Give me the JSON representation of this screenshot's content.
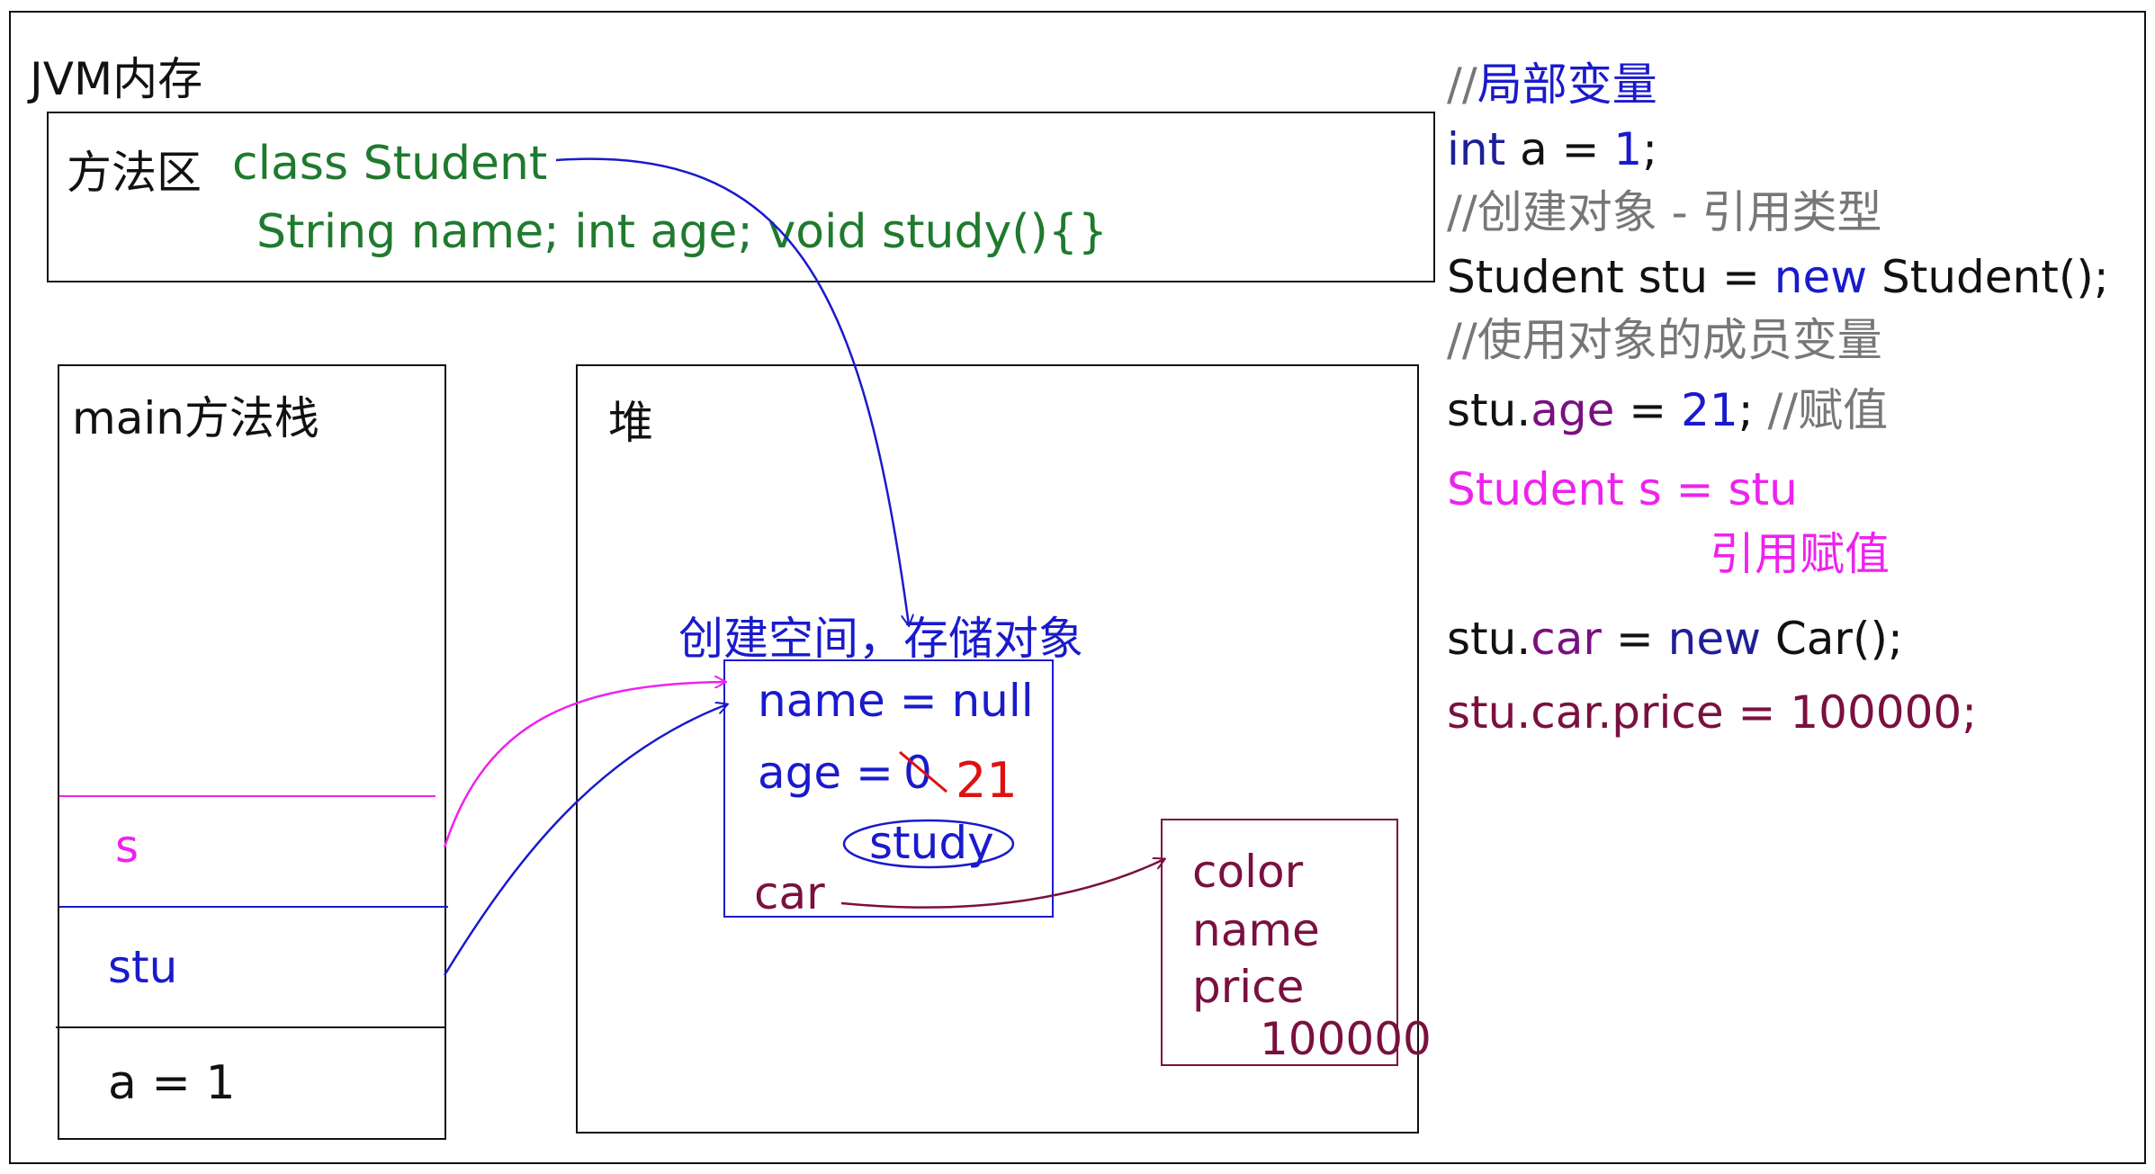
{
  "colors": {
    "black": "#111111",
    "green": "#1f7a2e",
    "blue": "#1a1acc",
    "navy": "#1f1f99",
    "magenta": "#ee22ee",
    "maroon": "#7a1040",
    "red": "#dd1111",
    "gray": "#777777"
  },
  "jvm": {
    "title": "JVM内存",
    "method_area": {
      "label": "方法区",
      "class_decl": "class Student",
      "members": "String name; int age;  void study(){}"
    },
    "stack": {
      "title": "main方法栈",
      "s": "s",
      "stu": "stu",
      "a": "a = 1"
    },
    "heap": {
      "title": "堆",
      "object_caption": "创建空间，存储对象",
      "object": {
        "name": "name = null",
        "age_prefix": "age = ",
        "age_old": "0",
        "age_new": "21",
        "study": "study",
        "car": "car"
      },
      "car_object": {
        "color": "color",
        "name": "name",
        "price": "price",
        "price_value": "100000"
      }
    }
  },
  "code": {
    "c1_slashes": "//",
    "c1_text": "局部变量",
    "l1_int": "int",
    "l1_mid": " a = ",
    "l1_num": "1",
    "l1_end": ";",
    "c2": "//创建对象 - 引用类型",
    "l2_a": "Student stu = ",
    "l2_new": "new",
    "l2_b": " Student();",
    "c3": "//使用对象的成员变量",
    "l3_stu": "stu.",
    "l3_age": "age",
    "l3_eq": " = ",
    "l3_num": "21",
    "l3_semi": "; ",
    "l3_comment": "//赋值",
    "l4": "Student s = stu",
    "l4_note": "引用赋值",
    "l5_stu": "stu.",
    "l5_car": "car",
    "l5_eq": " = ",
    "l5_new": "new",
    "l5_rest": " Car();",
    "l6": "stu.car.price = 100000;"
  }
}
